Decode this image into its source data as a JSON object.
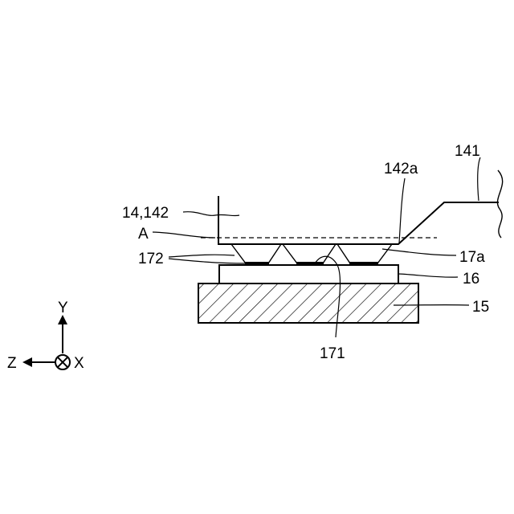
{
  "labels": {
    "label_141": "141",
    "label_142a": "142a",
    "label_14_142": "14,142",
    "label_A": "A",
    "label_172": "172",
    "label_17a": "17a",
    "label_16": "16",
    "label_15": "15",
    "label_171": "171"
  },
  "axes": {
    "y": "Y",
    "z": "Z",
    "x": "X"
  }
}
